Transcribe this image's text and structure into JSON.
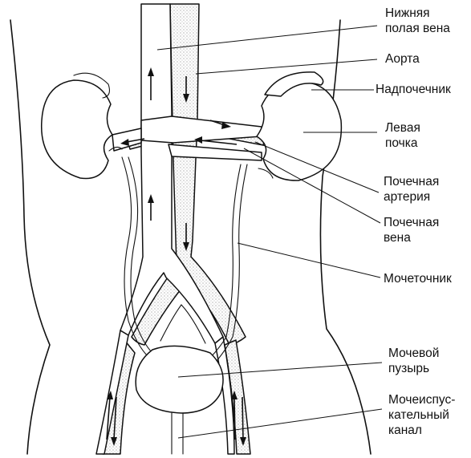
{
  "labels": [
    {
      "id": "ivc",
      "lines": [
        "Нижняя",
        "полая вена"
      ]
    },
    {
      "id": "aorta",
      "lines": [
        "Аорта"
      ]
    },
    {
      "id": "adrenal",
      "lines": [
        "Надпочечник"
      ]
    },
    {
      "id": "left_kidney",
      "lines": [
        "Левая",
        "почка"
      ]
    },
    {
      "id": "renal_artery",
      "lines": [
        "Почечная",
        "артерия"
      ]
    },
    {
      "id": "renal_vein",
      "lines": [
        "Почечная",
        "вена"
      ]
    },
    {
      "id": "ureter",
      "lines": [
        "Мочеточник"
      ]
    },
    {
      "id": "bladder",
      "lines": [
        "Мочевой",
        "пузырь"
      ]
    },
    {
      "id": "urethra",
      "lines": [
        "Мочеиспус-",
        "кательный",
        "канал"
      ]
    }
  ],
  "colors": {
    "ink": "#111111",
    "artery_fill": "#d9d9d9",
    "background": "#ffffff"
  }
}
